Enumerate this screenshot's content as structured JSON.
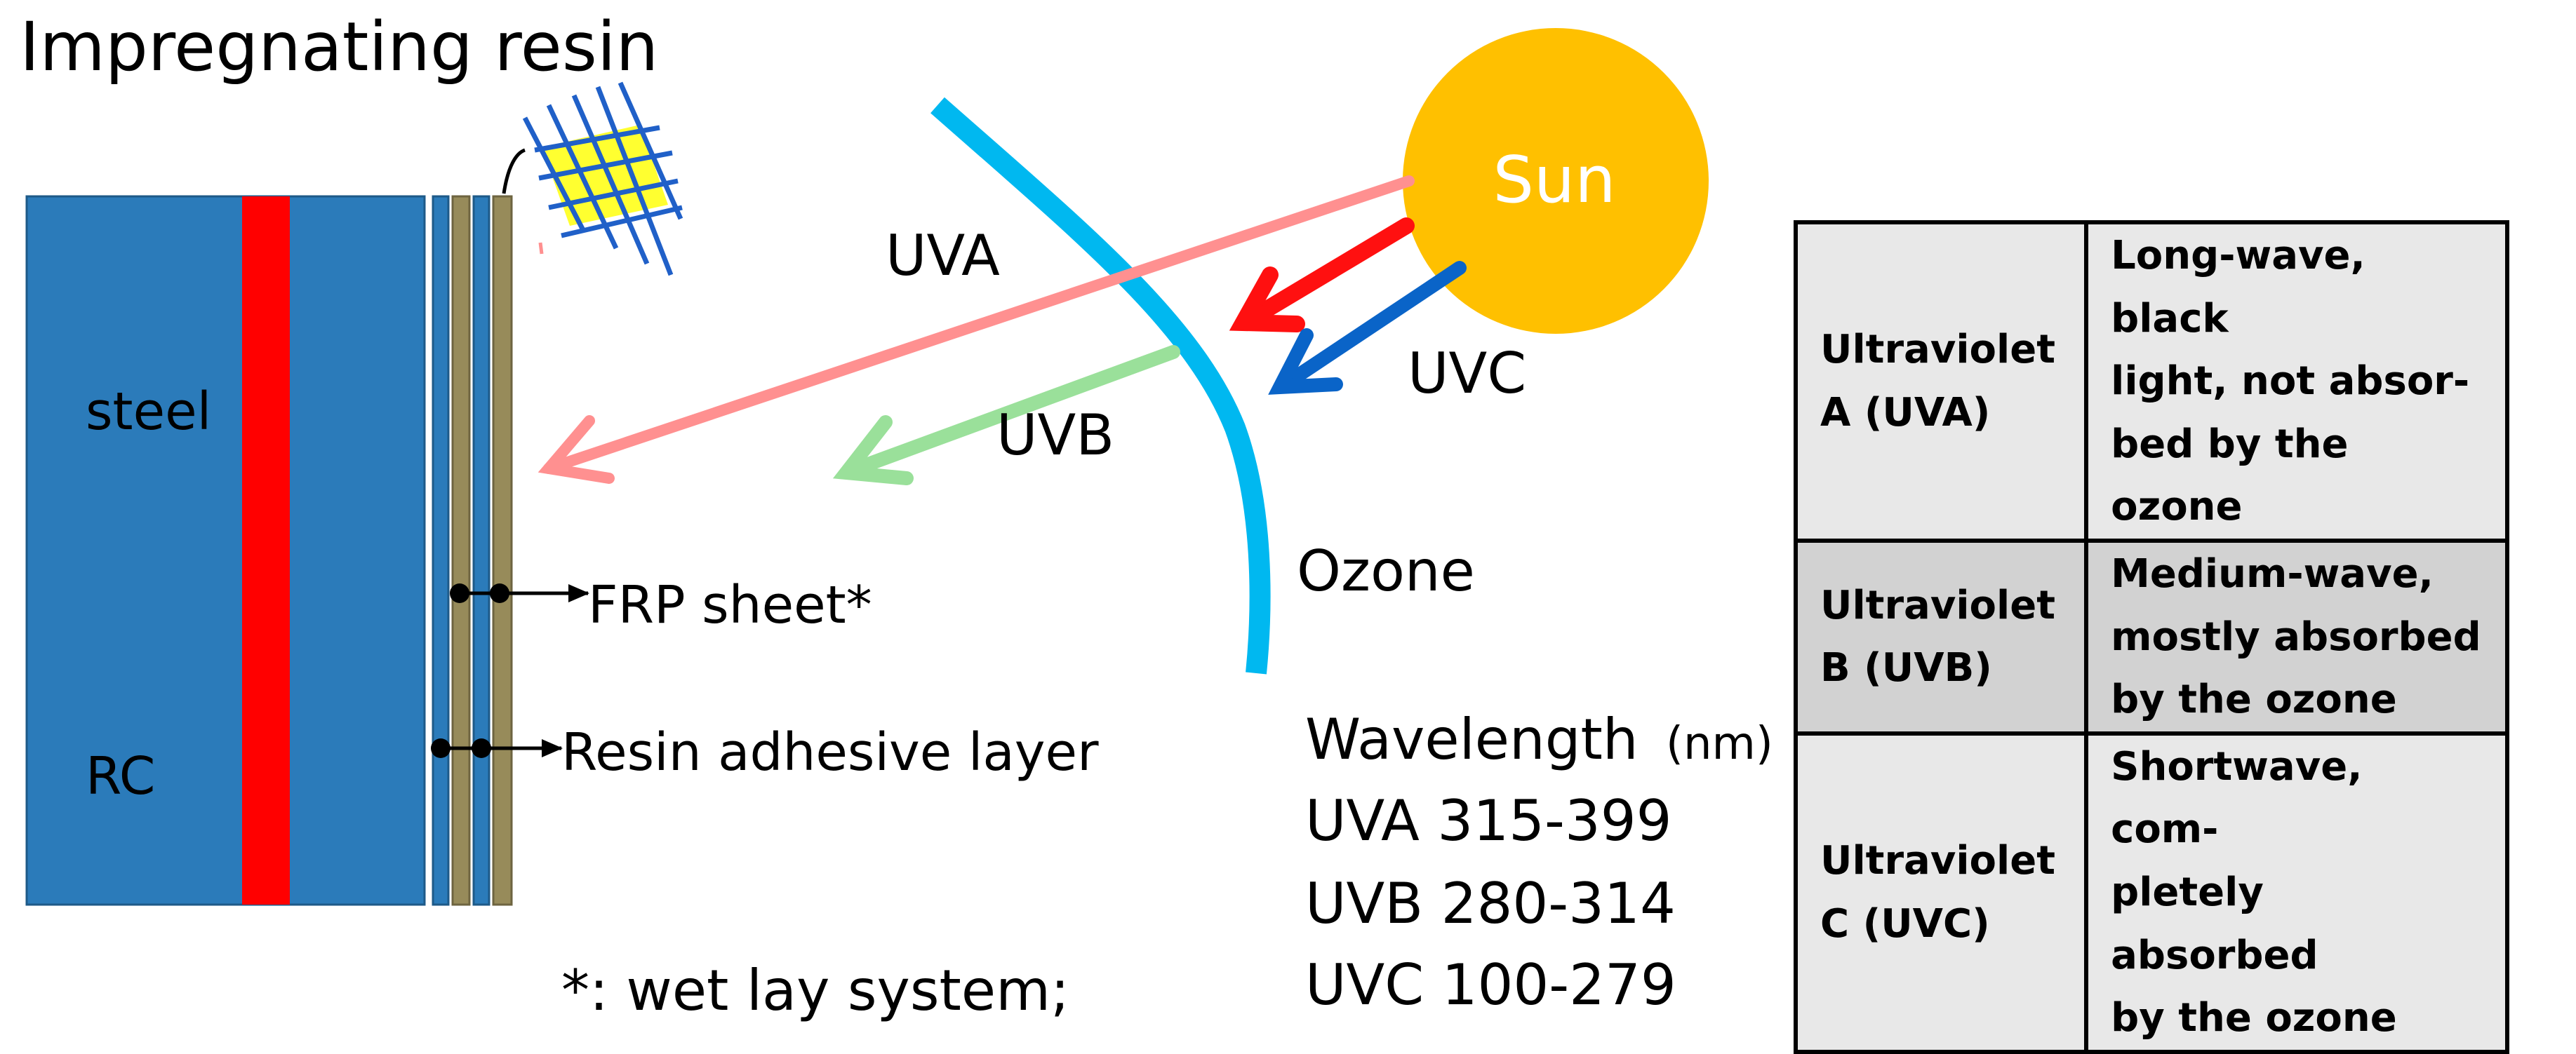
{
  "title": "Impregnating resin",
  "labels": {
    "sun": "Sun",
    "uva": "UVA",
    "uvb": "UVB",
    "uvc": "UVC",
    "ozone": "Ozone",
    "steel": "steel",
    "rc": "RC",
    "frp_sheet": "FRP sheet*",
    "resin_adhesive_layer": "Resin adhesive layer",
    "footnote": "*: wet lay system;"
  },
  "wavelengths": {
    "heading": "Wavelength",
    "unit": "(nm)",
    "rows": [
      "UVA 315-399",
      "UVB 280-314",
      "UVC 100-279"
    ]
  },
  "table": {
    "rows": [
      {
        "name_lines": [
          "Ultraviolet",
          "A (UVA)"
        ],
        "desc_lines": [
          "Long-wave, black",
          "light, not absor-",
          "bed by the ozone"
        ]
      },
      {
        "name_lines": [
          "Ultraviolet",
          "B (UVB)"
        ],
        "desc_lines": [
          "Medium-wave,",
          "mostly absorbed",
          "by the ozone"
        ]
      },
      {
        "name_lines": [
          "Ultraviolet",
          "C (UVC)"
        ],
        "desc_lines": [
          "Shortwave,  com-",
          "pletely absorbed",
          "by the ozone"
        ]
      }
    ]
  },
  "colors": {
    "concrete": "#2b7bba",
    "steel_bar": "#ff0000",
    "frp_layer": "#978b5a",
    "sun": "#ffc000",
    "ozone": "#00b8f0",
    "uva_ray": "#ff9090",
    "uvb_ray": "#9ae09a",
    "uvc_ray": "#0a64c8",
    "red_ray": "#ff1010",
    "mesh_fill": "#ffff30",
    "mesh_lines": "#2060c8",
    "table_light": "#e8e8e8",
    "table_dark": "#d2d2d2"
  }
}
